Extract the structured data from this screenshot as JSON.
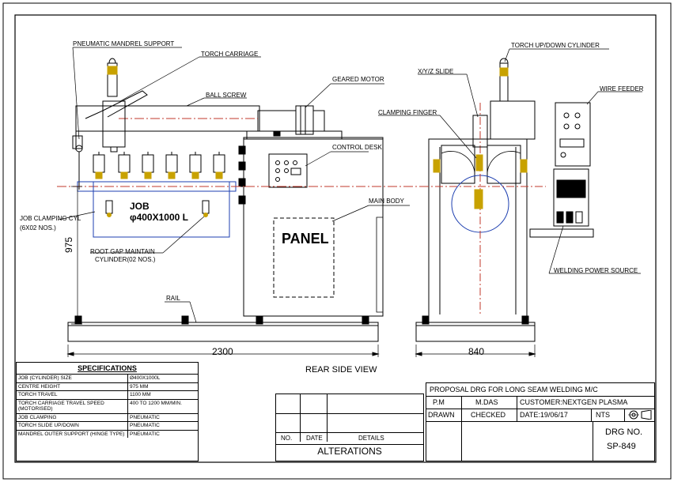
{
  "front_view": {
    "labels": {
      "pneumatic_mandrel_support": "PNEUMATIC MANDREL SUPPORT",
      "torch_carriage": "TORCH CARRIAGE",
      "ball_screw": "BALL SCREW",
      "geared_motor": "GEARED MOTOR",
      "control_desk": "CONTROL DESK",
      "main_body": "MAIN BODY",
      "job_clamping_cyl": "JOB CLAMPING CYL",
      "job_clamping_qty": "(6X02 NOS.)",
      "root_gap_1": "ROOT GAP MAINTAIN",
      "root_gap_2": "CYLINDER(02 NOS.)",
      "rail": "RAIL",
      "job": "JOB",
      "job_size": "φ400X1000 L",
      "panel": "PANEL"
    },
    "dimensions": {
      "height": "975",
      "length": "2300"
    }
  },
  "side_view": {
    "labels": {
      "torch_up_down": "TORCH UP/DOWN CYLINDER",
      "xyz_slide": "X/Y/Z SLIDE",
      "clamping_finger": "CLAMPING FINGER",
      "wire_feeder": "WIRE FEEDER",
      "welding_power_source": "WELDING POWER SOURCE"
    },
    "dimensions": {
      "width": "840"
    },
    "view_title": "REAR SIDE VIEW"
  },
  "specifications": {
    "title": "SPECIFICATIONS",
    "rows": [
      {
        "key": "JOB (CYLINDER) SIZE",
        "value": "Ø400X1000L"
      },
      {
        "key": "CENTRE HEIGHT",
        "value": "975 MM"
      },
      {
        "key": "TORCH TRAVEL",
        "value": "1100 MM"
      },
      {
        "key": "TORCH CARRIAGE TRAVEL SPEED (MOTORISED)",
        "value": "400 TO 1200 MM/MIN."
      },
      {
        "key": "JOB CLAMPING",
        "value": "PNEUMATIC"
      },
      {
        "key": "TORCH SLIDE UP/DOWN",
        "value": "PNEUMATIC"
      },
      {
        "key": "MANDREL OUTER SUPPORT (HINGE TYPE)",
        "value": "PNEUMATIC"
      }
    ]
  },
  "alterations": {
    "col_no": "NO.",
    "col_date": "DATE",
    "col_details": "DETAILS",
    "footer": "ALTERATIONS"
  },
  "title_block": {
    "title": "PROPOSAL DRG FOR LONG SEAM WELDING M/C",
    "pm_label": "P.M",
    "pm_name": "M.DAS",
    "customer": "CUSTOMER:NEXTGEN PLASMA",
    "drawn": "DRAWN",
    "checked": "CHECKED",
    "date": "DATE:19/06/17",
    "scale": "NTS",
    "drg_no_label": "DRG NO.",
    "drg_no": "SP-849"
  }
}
